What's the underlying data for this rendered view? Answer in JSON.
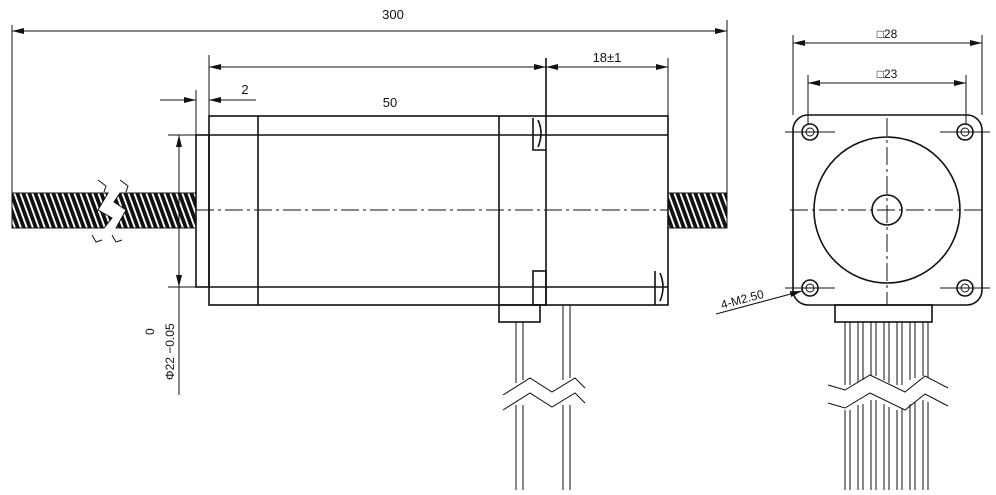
{
  "drawing": {
    "side_view": {
      "total_length": "300",
      "body_length": "50",
      "flange_offset": "2",
      "rear_length": "18±1",
      "shaft_diameter": "Φ22 −0.05",
      "shaft_tolerance_upper": "0"
    },
    "front_view": {
      "outer_square": "□28",
      "hole_spacing": "□23",
      "mounting_holes": "4-M2.50"
    }
  }
}
